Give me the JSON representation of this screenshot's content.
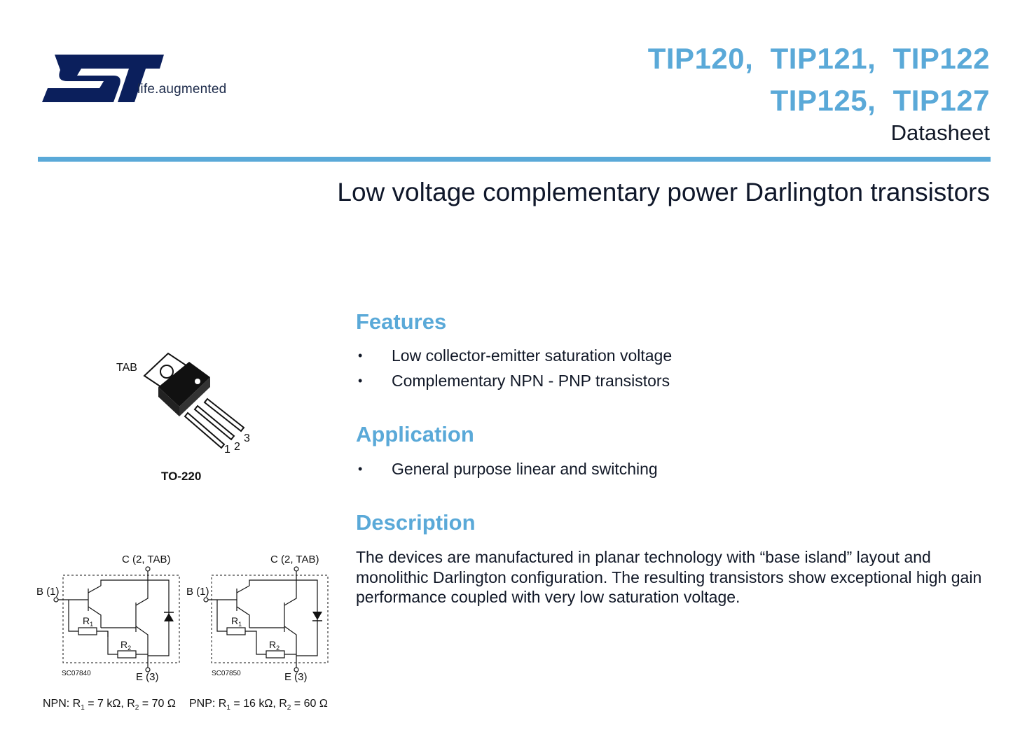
{
  "header": {
    "tagline": "life.augmented",
    "part_numbers_line1": "TIP120,  TIP121,  TIP122",
    "part_numbers_line2": "TIP125,  TIP127",
    "doc_type": "Datasheet",
    "subtitle": "Low voltage complementary power Darlington transistors"
  },
  "package": {
    "tab_label": "TAB",
    "pin_labels": [
      "1",
      "2",
      "3"
    ],
    "name": "TO-220"
  },
  "schematics": {
    "npn": {
      "collector": "C (2, TAB)",
      "base": "B (1)",
      "emitter": "E (3)",
      "r1": "R",
      "r1_sub": "1",
      "r2": "R",
      "r2_sub": "2",
      "code": "SC07840",
      "caption_prefix": "NPN: R",
      "caption_r1_val": " = 7 kΩ, R",
      "caption_r2_val": " = 70 Ω"
    },
    "pnp": {
      "collector": "C (2, TAB)",
      "base": "B (1)",
      "emitter": "E (3)",
      "r1": "R",
      "r1_sub": "1",
      "r2": "R",
      "r2_sub": "2",
      "code": "SC07850",
      "caption_prefix": "PNP: R",
      "caption_r1_val": " = 16 kΩ, R",
      "caption_r2_val": " = 60 Ω"
    },
    "sub1": "1",
    "sub2": "2"
  },
  "features": {
    "heading": "Features",
    "bullet": "•",
    "items": [
      "Low collector-emitter saturation voltage",
      "Complementary NPN - PNP transistors"
    ]
  },
  "application": {
    "heading": "Application",
    "bullet": "•",
    "items": [
      "General purpose linear and switching"
    ]
  },
  "description": {
    "heading": "Description",
    "text": "The devices are manufactured in planar technology with “base island” layout and monolithic Darlington configuration. The resulting transistors show exceptional high gain performance coupled with very low saturation voltage."
  },
  "colors": {
    "accent": "#5aa9d8",
    "logo": "#0b1f5c",
    "text": "#111827"
  }
}
